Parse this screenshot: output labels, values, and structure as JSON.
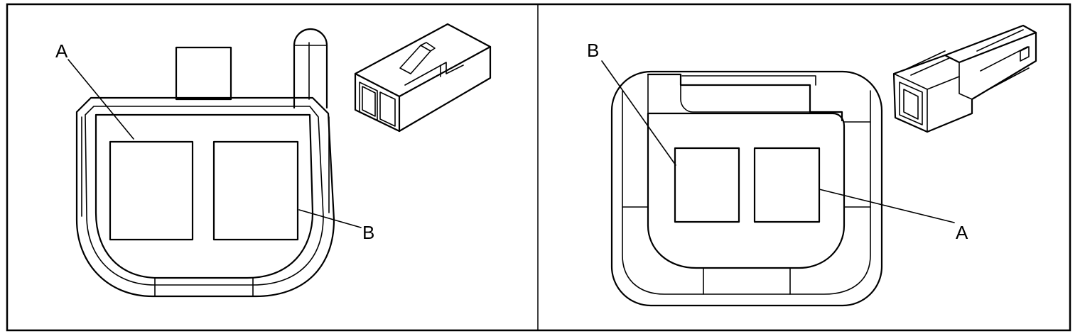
{
  "panels": [
    {
      "callouts": [
        {
          "id": "A",
          "label": "A"
        },
        {
          "id": "B",
          "label": "B"
        }
      ]
    },
    {
      "callouts": [
        {
          "id": "B",
          "label": "B"
        },
        {
          "id": "A",
          "label": "A"
        }
      ]
    }
  ]
}
